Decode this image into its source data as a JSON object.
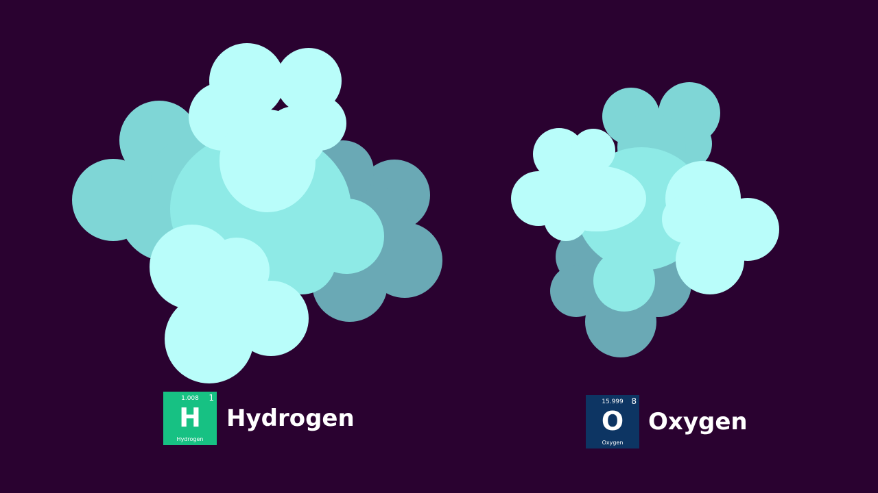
{
  "elements": {
    "hydrogen": {
      "atomic_mass": "1.008",
      "atomic_number": "1",
      "symbol": "H",
      "tile_name": "Hydrogen",
      "label": "Hydrogen",
      "tile_color": "#17c183"
    },
    "oxygen": {
      "atomic_mass": "15.999",
      "atomic_number": "8",
      "symbol": "O",
      "tile_name": "Oxygen",
      "label": "Oxygen",
      "tile_color": "#0d3563"
    }
  },
  "colors": {
    "background": "#2a0230",
    "cloud_dark": "#6aa9b5",
    "cloud_mid": "#7fd6d6",
    "cloud_core": "#8eeae6",
    "cloud_light": "#b9fdfa"
  }
}
